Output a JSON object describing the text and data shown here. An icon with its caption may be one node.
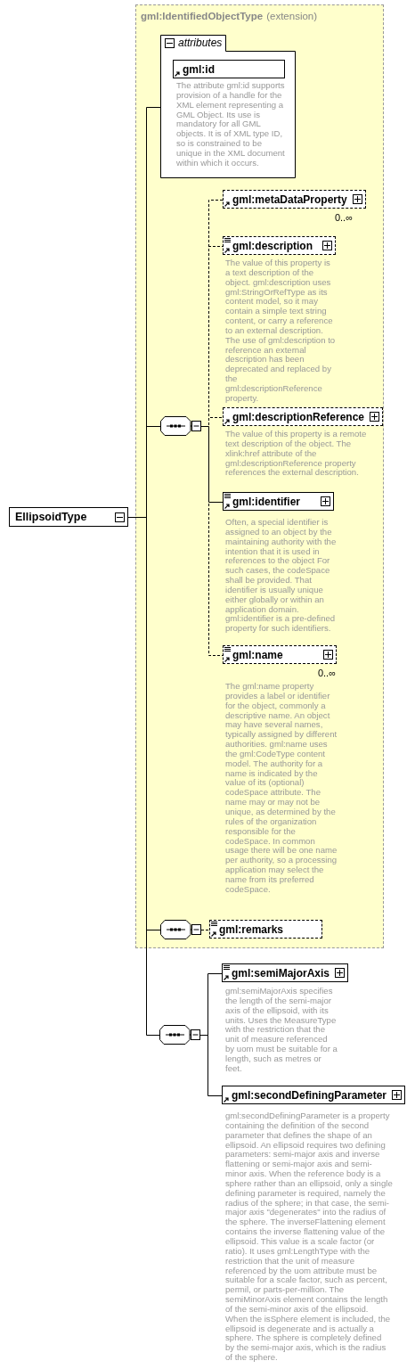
{
  "diagram": {
    "nodes": [
      {
        "text": [
          "EllipsoidType"
        ]
      },
      {
        "text": [
          "gml:IdentifiedObjectType",
          "(extension)"
        ]
      },
      {
        "text": [
          "attributes"
        ],
        "in": 1
      },
      {
        "text": [
          "gml:id"
        ],
        "in": 2,
        "beside": [
          "The attribute gml:id supports provision of a handle for the XML element representing a GML Object. Its use is mandatory for all GML objects. It is of XML type ID, so is constrained to be unique in the XML document within which it occurs."
        ]
      },
      {
        "text": [],
        "shape": "octagon",
        "in": 1
      },
      {
        "text": [
          "gml:metaDataProperty"
        ],
        "in": 1,
        "beside": [
          "0..∞"
        ]
      },
      {
        "text": [
          "gml:description"
        ],
        "in": 1,
        "beside": [
          "The value of this property is a text description of the object. gml:description uses gml:StringOrRefType as its content model, so it may contain a simple text string content, or carry a reference to an external description. The use of gml:description to reference an external description has been deprecated and replaced by the gml:descriptionReference property."
        ]
      },
      {
        "text": [
          "gml:descriptionReference"
        ],
        "in": 1,
        "beside": [
          "The value of this property is a remote text description of the object. The xlink:href attribute of the gml:descriptionReference property references the external description."
        ]
      },
      {
        "text": [
          "gml:identifier"
        ],
        "in": 1,
        "beside": [
          "Often, a special identifier is assigned to an object by the maintaining authority with the intention that it is used in references to the object For such cases, the codeSpace shall be provided. That identifier is usually unique either globally or within an application domain. gml:identifier is a pre-defined property for such identifiers."
        ]
      },
      {
        "text": [
          "gml:name"
        ],
        "in": 1,
        "beside": [
          "0..∞",
          "The gml:name property provides a label or identifier for the object, commonly a descriptive name. An object may have several names, typically assigned by different authorities. gml:name uses the gml:CodeType content model.  The authority for a name is indicated by the value of its (optional) codeSpace attribute.  The name may or may not be unique, as determined by the rules of the organization responsible for the codeSpace.  In common usage there will be one name per authority, so a processing application may select the name from its preferred codeSpace."
        ]
      },
      {
        "text": [],
        "shape": "octagon",
        "in": 1
      },
      {
        "text": [
          "gml:remarks"
        ],
        "in": 1
      },
      {
        "text": [],
        "shape": "octagon"
      },
      {
        "text": [
          "gml:semiMajorAxis"
        ],
        "beside": [
          "gml:semiMajorAxis specifies the length of the semi-major axis of the ellipsoid, with its units. Uses the MeasureType with the restriction that the unit of measure referenced by uom must be suitable for a length, such as metres or feet."
        ]
      },
      {
        "text": [
          "gml:secondDefiningParameter"
        ],
        "beside": [
          "gml:secondDefiningParameter is a property containing the definition of the second parameter that defines the shape of an ellipsoid. An ellipsoid requires two defining parameters: semi-major axis and inverse flattening or semi-major axis and semi-minor axis. When the reference body is a sphere rather than an ellipsoid, only a single defining parameter is required, namely the radius of the sphere; in that case, the semi-major axis \"degenerates\" into the radius of the sphere. The inverseFlattening element contains the inverse flattening value of the ellipsoid. This value is a scale factor (or ratio). It uses gml:LengthType with the restriction that the unit of measure referenced by the uom attribute must be suitable for a scale factor, such as percent, permil, or parts-per-million. The semiMinorAxis element contains the length of the semi-minor axis of the ellipsoid. When the isSphere element is included, the ellipsoid is degenerate and is actually a sphere. The sphere is completely defined by the semi-major axis, which is the radius of the sphere."
        ]
      }
    ],
    "edges": [
      {
        "from": 0,
        "to": 2,
        "arrow": "none"
      },
      {
        "from": 0,
        "to": 4,
        "arrow": "none"
      },
      {
        "from": 0,
        "to": 10,
        "arrow": "none"
      },
      {
        "from": 0,
        "to": 12,
        "arrow": "none"
      },
      {
        "from": 4,
        "to": 5,
        "arrow": "none",
        "style": "dashed"
      },
      {
        "from": 4,
        "to": 6,
        "arrow": "none",
        "style": "dashed"
      },
      {
        "from": 4,
        "to": 7,
        "arrow": "none",
        "style": "dashed"
      },
      {
        "from": 4,
        "to": 8,
        "arrow": "none"
      },
      {
        "from": 4,
        "to": 9,
        "arrow": "none",
        "style": "dashed"
      },
      {
        "from": 10,
        "to": 11,
        "arrow": "none",
        "style": "dashed"
      },
      {
        "from": 12,
        "to": 13,
        "arrow": "none"
      },
      {
        "from": 12,
        "to": 14,
        "arrow": "none"
      }
    ]
  }
}
